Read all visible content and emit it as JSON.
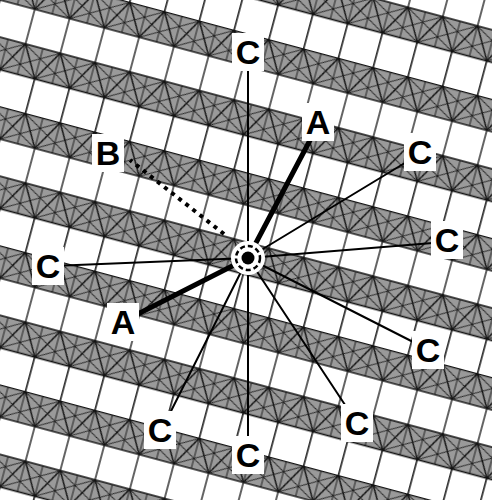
{
  "diagram": {
    "labels": [
      "C",
      "A",
      "C",
      "B",
      "C",
      "C",
      "A",
      "C",
      "C",
      "C",
      "C"
    ]
  }
}
